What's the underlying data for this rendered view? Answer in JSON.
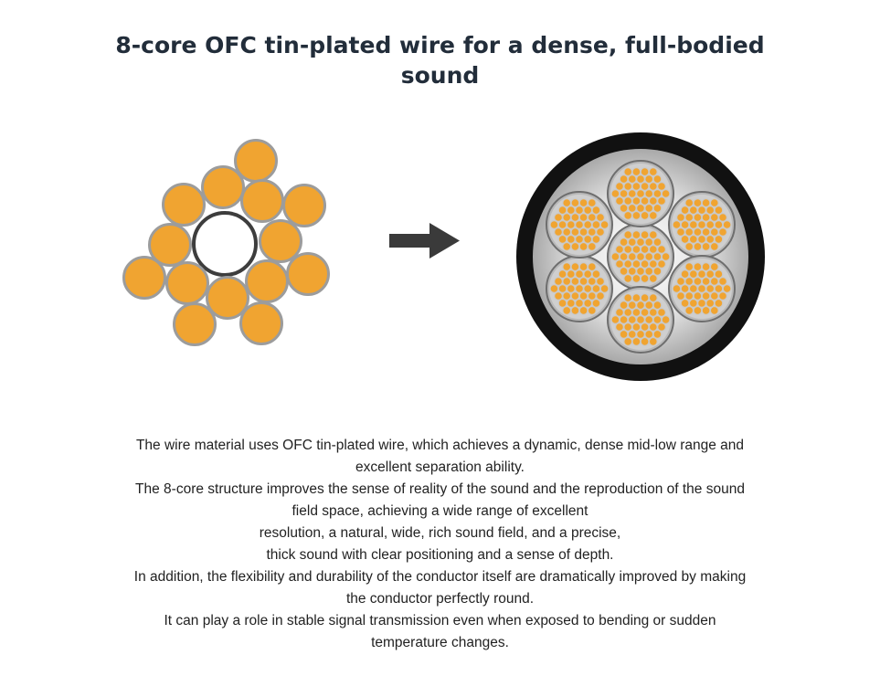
{
  "title_lines": [
    "8-core OFC tin-plated wire for a dense, full-bodied",
    "sound"
  ],
  "body_lines": [
    "The wire material uses OFC tin-plated wire, which achieves a dynamic, dense mid-low range and",
    "excellent separation ability.",
    "The 8-core structure improves the sense of reality of the sound and the reproduction of the sound",
    "field space, achieving a wide range of excellent",
    "resolution, a natural, wide, rich sound field, and a precise,",
    "thick sound with clear positioning and a sense of depth.",
    "In addition, the flexibility and durability of the conductor itself are dramatically improved by making",
    "the conductor perfectly round.",
    "It can play a role in stable signal transmission even when exposed to bending or sudden",
    "temperature changes."
  ],
  "colors": {
    "strand": "#f0a431",
    "strand_rim": "#9c9c9c",
    "arrow": "#3a3a3a",
    "jacket": "#111111",
    "filler": "#c8c8c8",
    "title": "#222d3a",
    "text": "#222222"
  },
  "icons": {
    "arrow": "right-arrow-icon",
    "left_figure": "strand-bundle-diagram",
    "right_figure": "cable-cross-section-diagram"
  }
}
